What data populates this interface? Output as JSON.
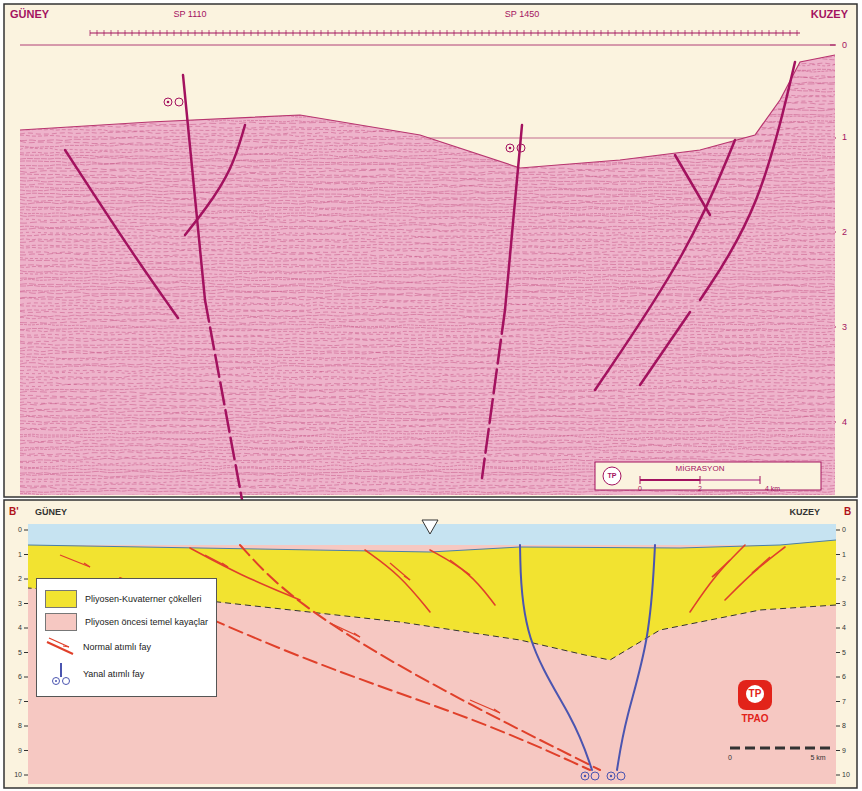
{
  "diagram": {
    "labels": [
      "GÜNEY",
      "SP 1110",
      "SP 1450",
      "KUZEY",
      "0",
      "1",
      "2",
      "3",
      "4",
      "MİGRASYON",
      "0",
      "2",
      "4 km",
      "TP",
      "B'",
      "GÜNEY",
      "KUZEY",
      "B",
      "0",
      "1",
      "2",
      "3",
      "4",
      "5",
      "6",
      "7",
      "8",
      "9",
      "10",
      "0",
      "1",
      "2",
      "3",
      "4",
      "5",
      "6",
      "7",
      "8",
      "9",
      "10",
      "TP",
      "TPAO",
      "0",
      "5 km"
    ],
    "legend": [
      {
        "text": "Pliyosen-Kuvaterner çökelleri",
        "color": "#f2e330"
      },
      {
        "text": "Pliyosen öncesi temel kayaçlar",
        "color": "#f6c8c2"
      },
      {
        "text": "Normal atımlı fay"
      },
      {
        "text": "Yanal atımlı fay"
      }
    ]
  }
}
